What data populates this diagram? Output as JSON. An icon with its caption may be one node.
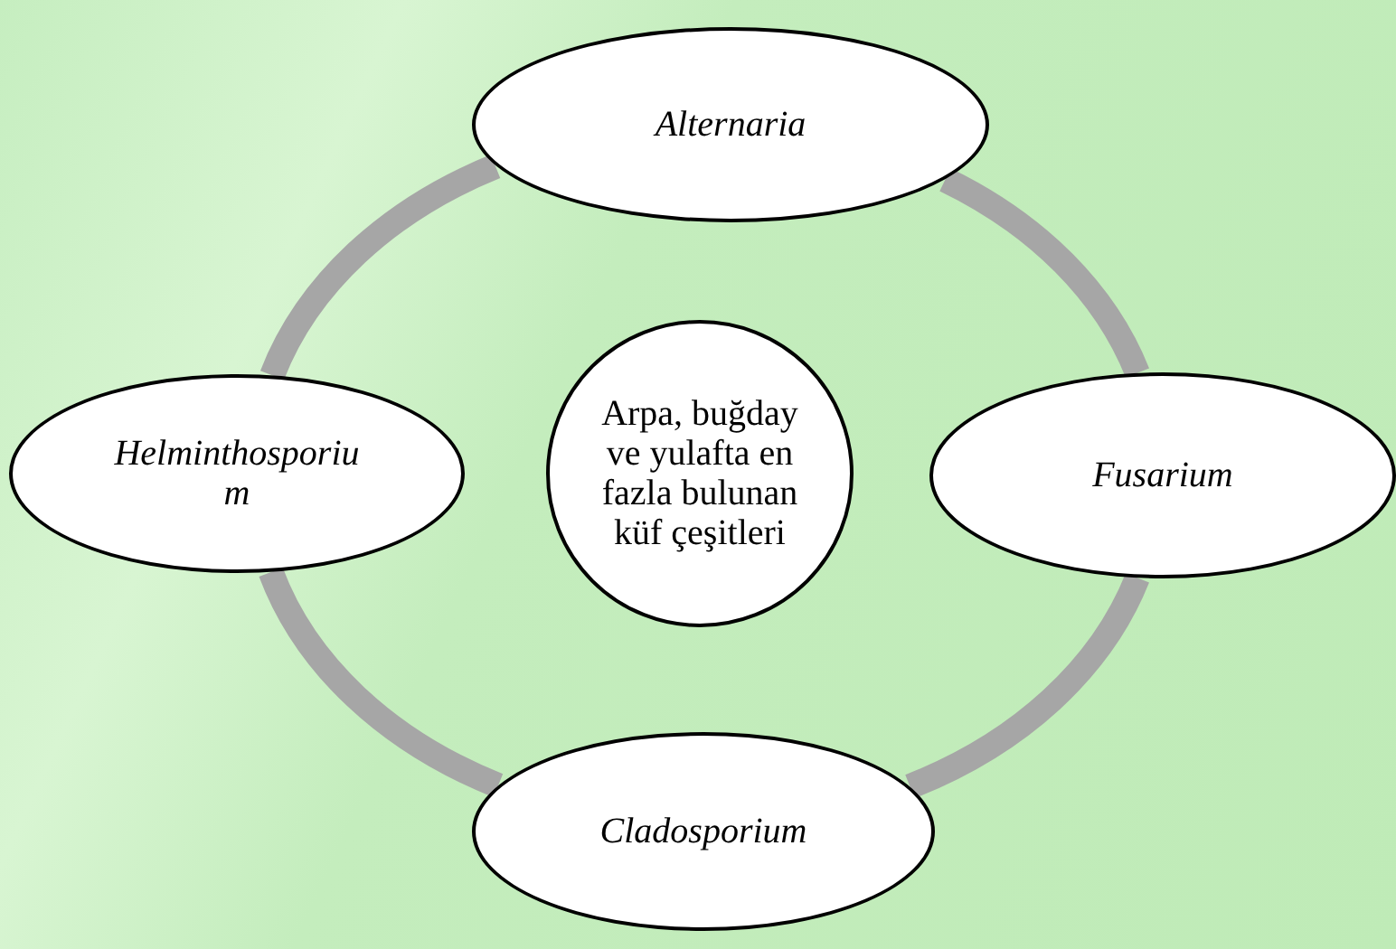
{
  "diagram": {
    "nodes": [
      {
        "text": [
          "Arpa, buğday ve yulafta en fazla bulunan küf çeşitleri"
        ]
      },
      {
        "text": [
          "Alternaria"
        ]
      },
      {
        "text": [
          "Fusarium"
        ]
      },
      {
        "text": [
          "Cladosporium"
        ]
      },
      {
        "text": [
          "Helminthosporium"
        ]
      }
    ],
    "edges": [
      {
        "from": 1,
        "to": 2,
        "arrow": "none"
      },
      {
        "from": 2,
        "to": 3,
        "arrow": "none"
      },
      {
        "from": 3,
        "to": 4,
        "arrow": "none"
      },
      {
        "from": 4,
        "to": 1,
        "arrow": "none"
      }
    ]
  }
}
